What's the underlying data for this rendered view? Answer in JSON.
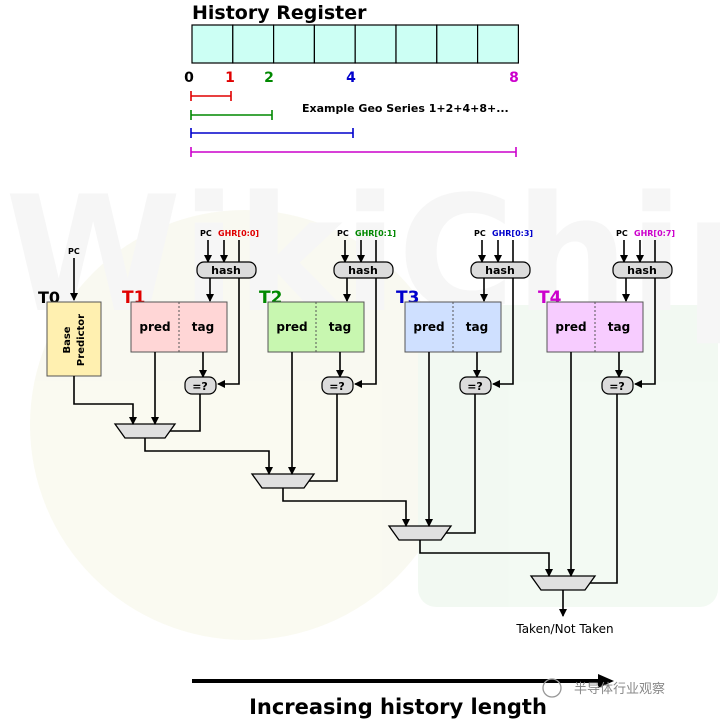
{
  "title": "History Register",
  "register": {
    "cell_count": 8,
    "fill_color": "#ccfff4",
    "index_labels": [
      {
        "text": "0",
        "color": "#000000"
      },
      {
        "text": "1",
        "color": "#e00000"
      },
      {
        "text": "2",
        "color": "#008800"
      },
      {
        "text": "4",
        "color": "#0000cc"
      },
      {
        "text": "8",
        "color": "#cc00cc"
      }
    ],
    "series_caption": "Example Geo Series 1+2+4+8+...",
    "range_colors": [
      "#e00000",
      "#008800",
      "#0000cc",
      "#cc00cc"
    ]
  },
  "watermark": "WikiChip",
  "base": {
    "label": "T0",
    "box_text_line1": "Base",
    "box_text_line2": "Predictor",
    "pc": "PC",
    "color": "#fff0b0"
  },
  "tables": [
    {
      "label": "T1",
      "label_color": "#e00000",
      "fill": "#ffd6d6",
      "pc": "PC",
      "ghr": "GHR[0:0]",
      "hash": "hash",
      "pred": "pred",
      "tag": "tag",
      "cmp": "=?"
    },
    {
      "label": "T2",
      "label_color": "#008800",
      "fill": "#c8f7b0",
      "pc": "PC",
      "ghr": "GHR[0:1]",
      "hash": "hash",
      "pred": "pred",
      "tag": "tag",
      "cmp": "=?"
    },
    {
      "label": "T3",
      "label_color": "#0000cc",
      "fill": "#cfe0ff",
      "pc": "PC",
      "ghr": "GHR[0:3]",
      "hash": "hash",
      "pred": "pred",
      "tag": "tag",
      "cmp": "=?"
    },
    {
      "label": "T4",
      "label_color": "#cc00cc",
      "fill": "#f7ccff",
      "pc": "PC",
      "ghr": "GHR[0:7]",
      "hash": "hash",
      "pred": "pred",
      "tag": "tag",
      "cmp": "=?"
    }
  ],
  "output_label": "Taken/Not Taken",
  "bottom_caption": "Increasing history length",
  "source_mark": "半导体行业观察"
}
